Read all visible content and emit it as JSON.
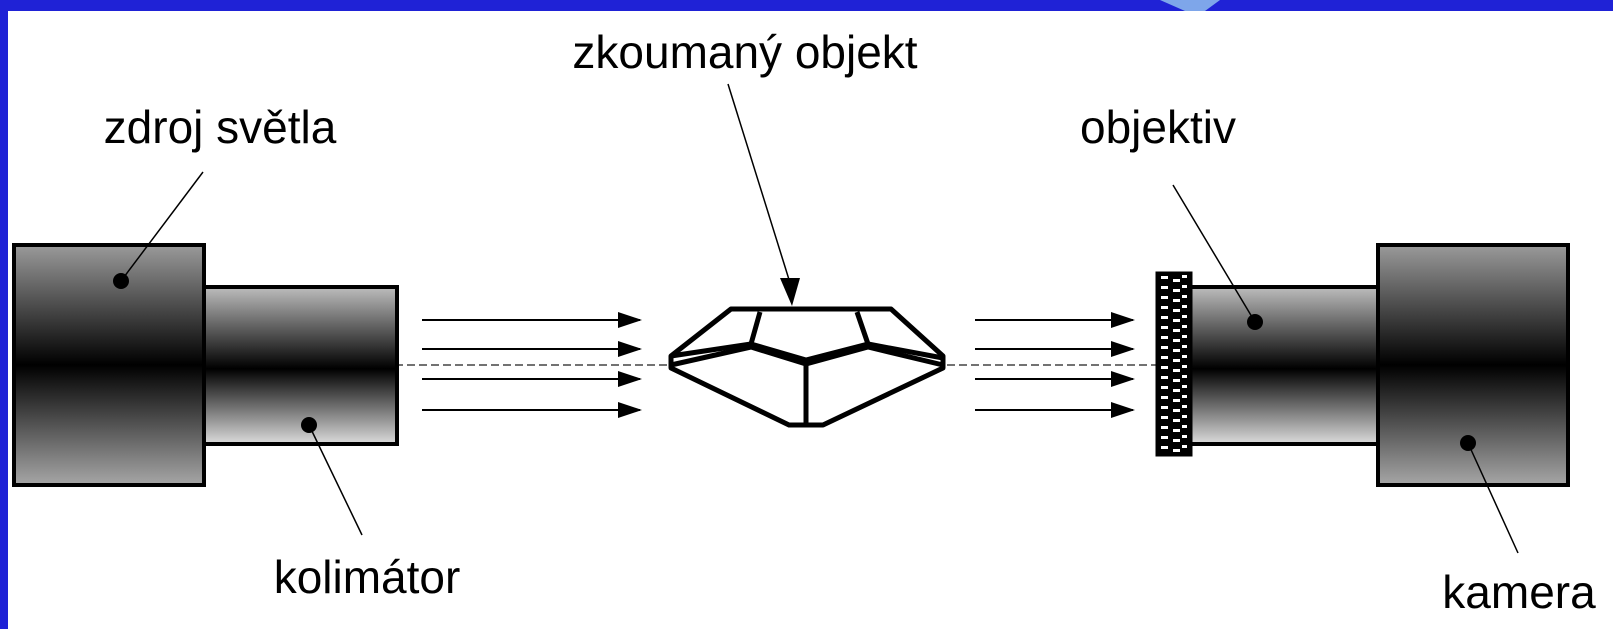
{
  "labels": {
    "object": "zkoumaný objekt",
    "source": "zdroj světla",
    "lens": "objektiv",
    "collimator": "kolimátor",
    "camera": "kamera"
  },
  "colors": {
    "frame": "#1f22d6",
    "frame_accent": "#7ea6ea",
    "stroke": "#000000",
    "background": "#ffffff"
  }
}
